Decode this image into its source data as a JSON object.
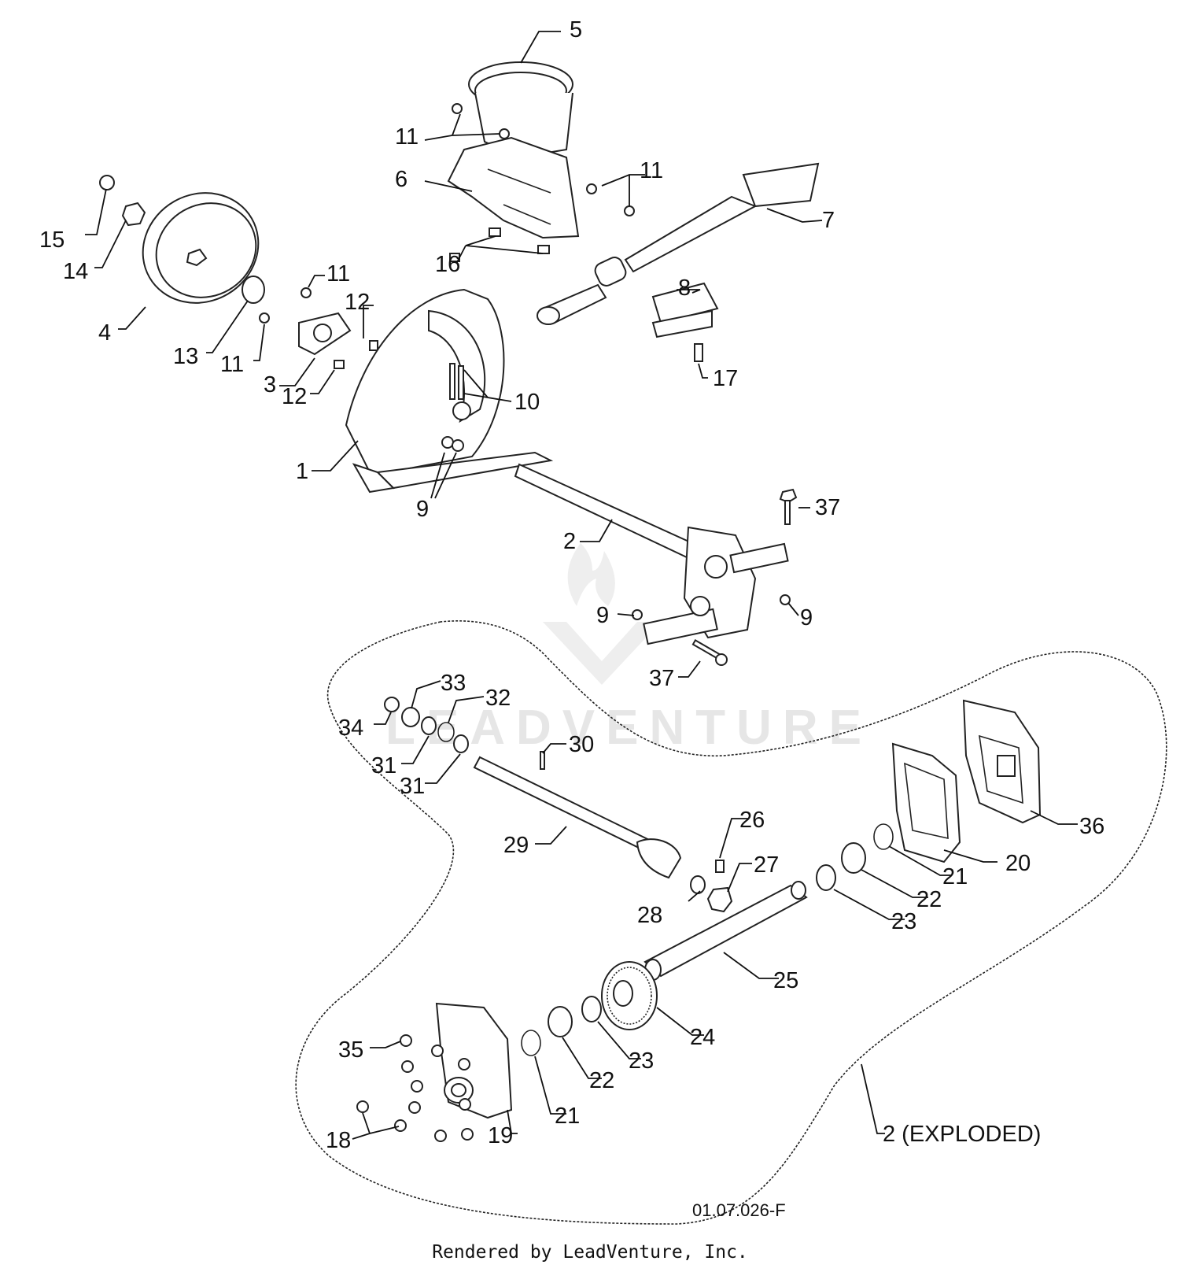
{
  "diagram_code": "01.07.026-F",
  "footer": "Rendered by LeadVenture, Inc.",
  "watermark": "LEADVENTURE",
  "exploded_label": "2 (EXPLODED)",
  "callouts": {
    "c1": "1",
    "c2": "2",
    "c3": "3",
    "c4": "4",
    "c5": "5",
    "c6": "6",
    "c7": "7",
    "c8": "8",
    "c9": "9",
    "c10": "10",
    "c11": "11",
    "c12": "12",
    "c13": "13",
    "c14": "14",
    "c15": "15",
    "c16": "16",
    "c17": "17",
    "c18": "18",
    "c19": "19",
    "c20": "20",
    "c21": "21",
    "c22": "22",
    "c23": "23",
    "c24": "24",
    "c25": "25",
    "c26": "26",
    "c27": "27",
    "c28": "28",
    "c29": "29",
    "c30": "30",
    "c31": "31",
    "c32": "32",
    "c33": "33",
    "c34": "34",
    "c35": "35",
    "c36": "36",
    "c37": "37"
  }
}
